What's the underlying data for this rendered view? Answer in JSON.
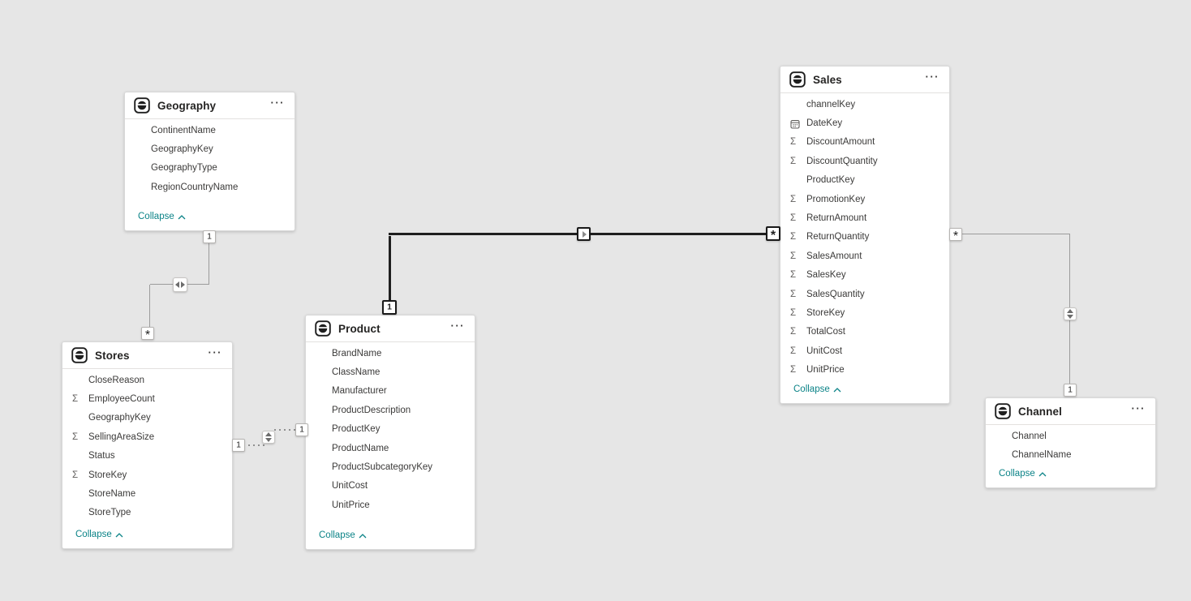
{
  "icons": {
    "more_options": "···",
    "sigma": "Σ"
  },
  "colors": {
    "canvas": "#e6e6e6",
    "card": "#ffffff",
    "accent_link": "#0b8387",
    "line_gray": "#9b9b9b",
    "line_selected": "#1f1f1f"
  },
  "tables": {
    "geography": {
      "name": "Geography",
      "collapse_label": "Collapse",
      "fields": [
        {
          "label": "ContinentName"
        },
        {
          "label": "GeographyKey"
        },
        {
          "label": "GeographyType"
        },
        {
          "label": "RegionCountryName"
        }
      ]
    },
    "stores": {
      "name": "Stores",
      "collapse_label": "Collapse",
      "fields": [
        {
          "label": "CloseReason"
        },
        {
          "label": "EmployeeCount",
          "icon": "sigma"
        },
        {
          "label": "GeographyKey"
        },
        {
          "label": "SellingAreaSize",
          "icon": "sigma"
        },
        {
          "label": "Status"
        },
        {
          "label": "StoreKey",
          "icon": "sigma"
        },
        {
          "label": "StoreName"
        },
        {
          "label": "StoreType"
        }
      ]
    },
    "product": {
      "name": "Product",
      "collapse_label": "Collapse",
      "fields": [
        {
          "label": "BrandName"
        },
        {
          "label": "ClassName"
        },
        {
          "label": "Manufacturer"
        },
        {
          "label": "ProductDescription"
        },
        {
          "label": "ProductKey"
        },
        {
          "label": "ProductName"
        },
        {
          "label": "ProductSubcategoryKey"
        },
        {
          "label": "UnitCost"
        },
        {
          "label": "UnitPrice"
        }
      ]
    },
    "sales": {
      "name": "Sales",
      "collapse_label": "Collapse",
      "fields": [
        {
          "label": "channelKey"
        },
        {
          "label": "DateKey",
          "icon": "calendar"
        },
        {
          "label": "DiscountAmount",
          "icon": "sigma"
        },
        {
          "label": "DiscountQuantity",
          "icon": "sigma"
        },
        {
          "label": "ProductKey"
        },
        {
          "label": "PromotionKey",
          "icon": "sigma"
        },
        {
          "label": "ReturnAmount",
          "icon": "sigma"
        },
        {
          "label": "ReturnQuantity",
          "icon": "sigma"
        },
        {
          "label": "SalesAmount",
          "icon": "sigma"
        },
        {
          "label": "SalesKey",
          "icon": "sigma"
        },
        {
          "label": "SalesQuantity",
          "icon": "sigma"
        },
        {
          "label": "StoreKey",
          "icon": "sigma"
        },
        {
          "label": "TotalCost",
          "icon": "sigma"
        },
        {
          "label": "UnitCost",
          "icon": "sigma"
        },
        {
          "label": "UnitPrice",
          "icon": "sigma"
        }
      ]
    },
    "channel": {
      "name": "Channel",
      "collapse_label": "Collapse",
      "fields": [
        {
          "label": "Channel"
        },
        {
          "label": "ChannelName"
        }
      ]
    }
  },
  "relationships": [
    {
      "from_table": "Geography",
      "to_table": "Stores",
      "from_label": "1",
      "to_label": "*",
      "line": "solid",
      "cross_filter": "both"
    },
    {
      "from_table": "Stores",
      "to_table": "Product",
      "from_label": "1",
      "to_label": "1",
      "line": "dashed",
      "cross_filter": "both"
    },
    {
      "from_table": "Product",
      "to_table": "Sales",
      "from_label": "1",
      "to_label": "*",
      "line": "solid-selected",
      "cross_filter": "single"
    },
    {
      "from_table": "Sales",
      "to_table": "Channel",
      "from_label": "*",
      "to_label": "1",
      "line": "solid",
      "cross_filter": "both"
    }
  ]
}
